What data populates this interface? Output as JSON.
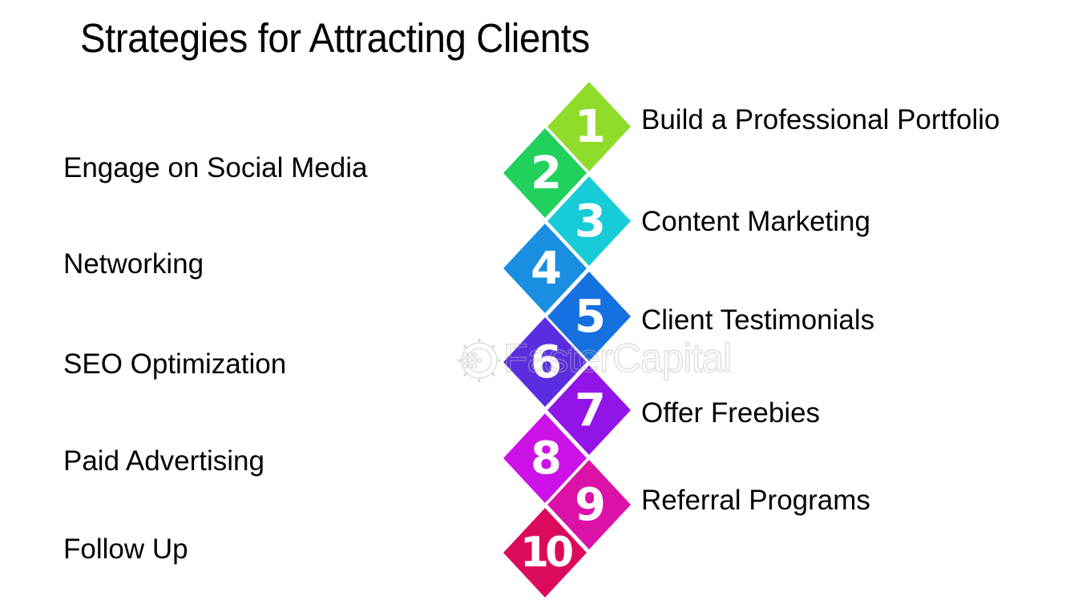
{
  "title": "Strategies for Attracting Clients",
  "steps": [
    {
      "number": "1",
      "label": "Build a Professional Portfolio",
      "color": "#8fdc2a",
      "side": "right"
    },
    {
      "number": "2",
      "label": "Engage on Social Media",
      "color": "#22d05c",
      "side": "left"
    },
    {
      "number": "3",
      "label": "Content Marketing",
      "color": "#17ccd6",
      "side": "right"
    },
    {
      "number": "4",
      "label": "Networking",
      "color": "#1a8ee0",
      "side": "left"
    },
    {
      "number": "5",
      "label": "Client Testimonials",
      "color": "#1570e0",
      "side": "right"
    },
    {
      "number": "6",
      "label": "SEO Optimization",
      "color": "#5a2ee0",
      "side": "left"
    },
    {
      "number": "7",
      "label": "Offer Freebies",
      "color": "#9314e6",
      "side": "right"
    },
    {
      "number": "8",
      "label": "Paid Advertising",
      "color": "#cc12e6",
      "side": "left"
    },
    {
      "number": "9",
      "label": "Referral Programs",
      "color": "#dc12a8",
      "side": "right"
    },
    {
      "number": "10",
      "label": "Follow Up",
      "color": "#dc0a5c",
      "side": "left"
    }
  ],
  "watermark": {
    "text": "FasterCapital",
    "icon": "gear-icon"
  }
}
